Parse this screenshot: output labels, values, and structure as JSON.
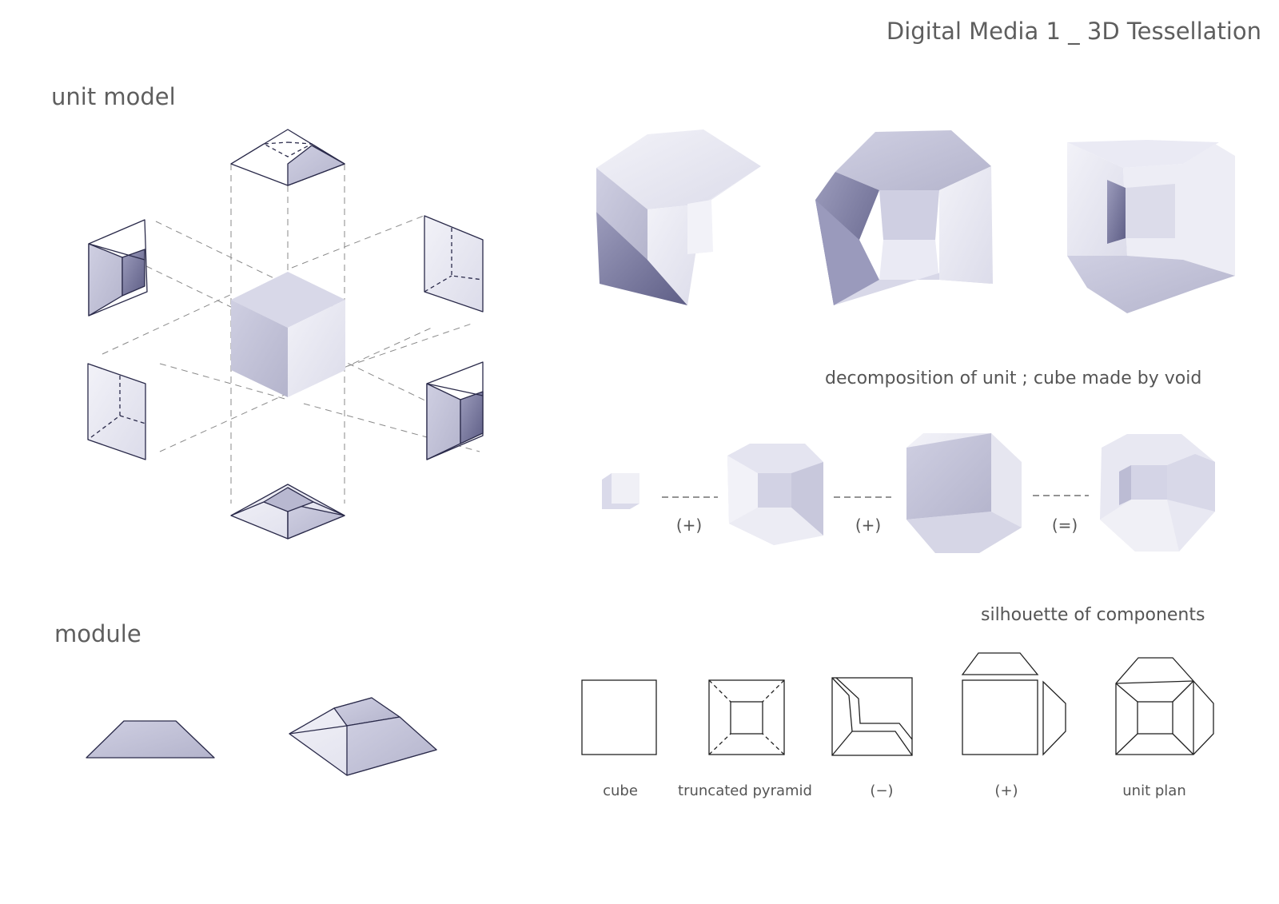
{
  "page": {
    "title": "Digital Media 1 _ 3D Tessellation"
  },
  "sections": {
    "unit_model": "unit  model",
    "module": "module"
  },
  "captions": {
    "decomposition": "decomposition of unit ;  cube made by void",
    "silhouette": "silhouette  of components"
  },
  "operators": [
    "(+)",
    "(+)",
    "(=)"
  ],
  "silhouette_labels": [
    "cube",
    "truncated pyramid",
    "(−)",
    "(+)",
    "unit plan"
  ],
  "colors": {
    "line": "#2a2a4a",
    "fill_light": "#e4e4f0",
    "fill_mid": "#c8c8dc",
    "fill_dark": "#a8a8c4"
  }
}
